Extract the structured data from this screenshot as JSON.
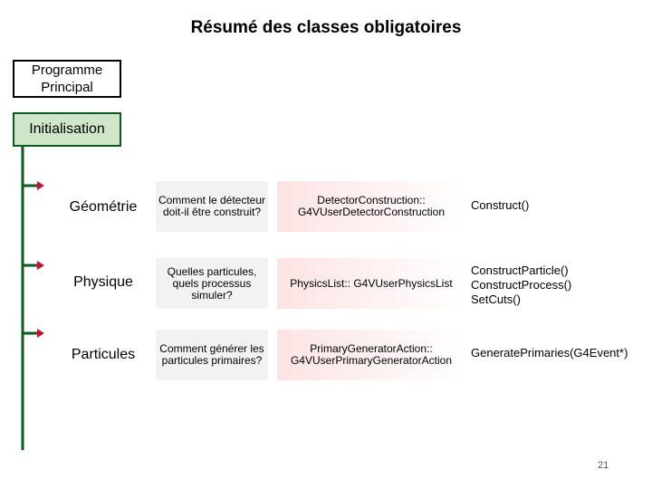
{
  "title": "Résumé des classes obligatoires",
  "main_program": "Programme\nPrincipal",
  "initialisation": "Initialisation",
  "rows": [
    {
      "category": "Géométrie",
      "question": "Comment le détecteur doit-il être construit?",
      "classes": "DetectorConstruction:: G4VUserDetectorConstruction",
      "methods": "Construct()"
    },
    {
      "category": "Physique",
      "question": "Quelles particules, quels processus simuler?",
      "classes": "PhysicsList:: G4VUserPhysicsList",
      "methods": "ConstructParticle()\nConstructProcess()\nSetCuts()"
    },
    {
      "category": "Particules",
      "question": "Comment générer les particules primaires?",
      "classes": "PrimaryGeneratorAction:: G4VUserPrimaryGeneratorAction",
      "methods": "GeneratePrimaries(G4Event*)"
    }
  ],
  "page_number": "21",
  "colors": {
    "trunk": "#0b5c1c",
    "init_fill": "#cfe6c8",
    "arrow_tip": "#c8102e",
    "question_fill": "#f2f2f2",
    "class_fill": "#fce3e3"
  }
}
